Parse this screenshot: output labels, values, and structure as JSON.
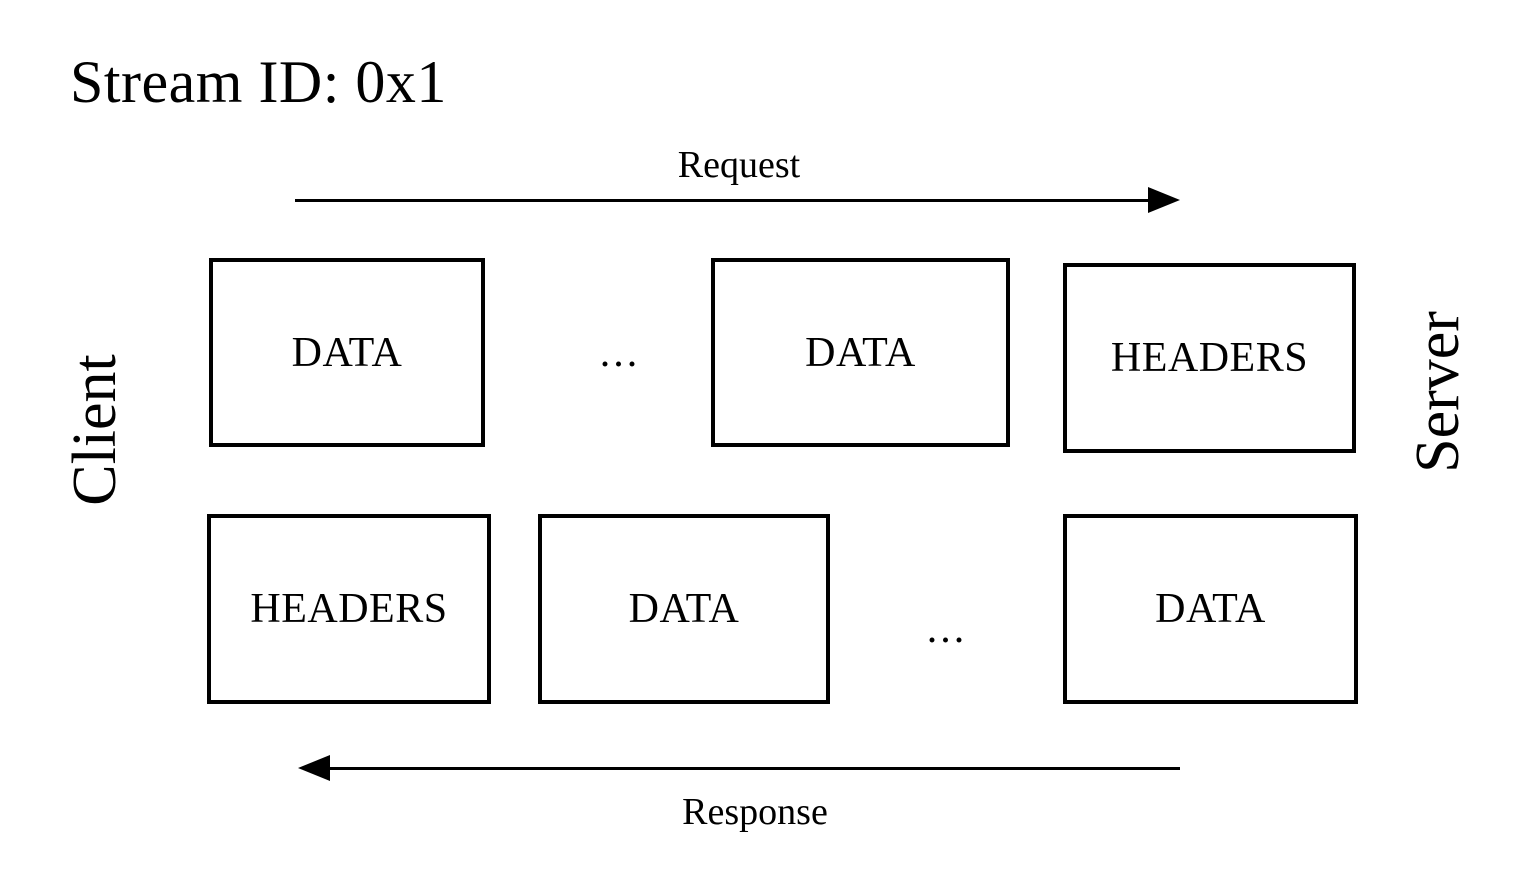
{
  "diagram": {
    "title": "Stream ID: 0x1",
    "background_color": "#ffffff",
    "stroke_color": "#000000",
    "endpoints": {
      "left_label": "Client",
      "right_label": "Server"
    },
    "directions": [
      {
        "id": "request",
        "label": "Request",
        "arrow": "right",
        "label_position": "above-arrow"
      },
      {
        "id": "response",
        "label": "Response",
        "arrow": "left",
        "label_position": "below-arrow"
      }
    ],
    "rows": [
      {
        "id": "request-row",
        "direction": "client-to-server",
        "items": [
          {
            "kind": "frame",
            "label": "DATA"
          },
          {
            "kind": "ellipsis",
            "label": "..."
          },
          {
            "kind": "frame",
            "label": "DATA"
          },
          {
            "kind": "frame",
            "label": "HEADERS"
          }
        ]
      },
      {
        "id": "response-row",
        "direction": "server-to-client",
        "items": [
          {
            "kind": "frame",
            "label": "HEADERS"
          },
          {
            "kind": "frame",
            "label": "DATA"
          },
          {
            "kind": "ellipsis",
            "label": "..."
          },
          {
            "kind": "frame",
            "label": "DATA"
          }
        ]
      }
    ]
  }
}
